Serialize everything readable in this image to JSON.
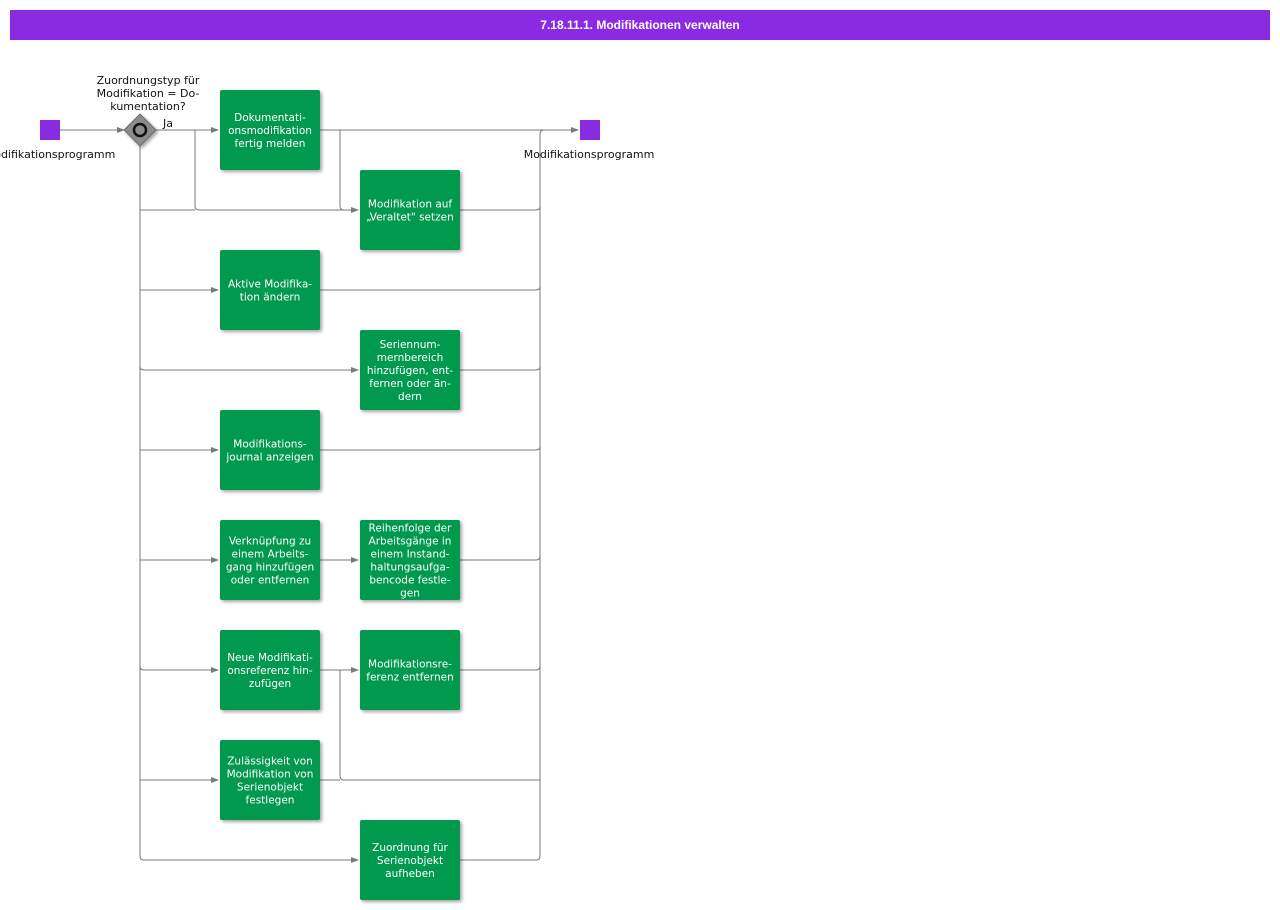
{
  "header": {
    "title": "7.18.11.1. Modifikationen verwalten"
  },
  "start_event": {
    "label": "Modifikationsprogramm"
  },
  "end_event": {
    "label": "Modifikationsprogramm"
  },
  "gateway": {
    "question_lines": [
      "Zuordnungstyp für",
      "Modifikation = Do-",
      "kumentation?"
    ],
    "yes_label": "Ja"
  },
  "tasks": [
    {
      "lines": [
        "Dokumentati-",
        "onsmodifikation",
        "fertig melden"
      ]
    },
    {
      "lines": [
        "Modifikation auf",
        "„Veraltet\" setzen"
      ]
    },
    {
      "lines": [
        "Aktive Modifika-",
        "tion ändern"
      ]
    },
    {
      "lines": [
        "Seriennum-",
        "mernbereich",
        "hinzufügen, ent-",
        "fernen oder än-",
        "dern"
      ]
    },
    {
      "lines": [
        "Modifikations-",
        "journal anzeigen"
      ]
    },
    {
      "lines": [
        "Verknüpfung zu",
        "einem Arbeits-",
        "gang hinzufügen",
        "oder entfernen"
      ]
    },
    {
      "lines": [
        "Reihenfolge der",
        "Arbeitsgänge in",
        "einem Instand-",
        "haltungsaufga-",
        "bencode festle-",
        "gen"
      ]
    },
    {
      "lines": [
        "Neue Modifikati-",
        "onsreferenz hin-",
        "zufügen"
      ]
    },
    {
      "lines": [
        "Modifikationsre-",
        "ferenz entfernen"
      ]
    },
    {
      "lines": [
        "Zulässigkeit von",
        "Modifikation von",
        "Serienobjekt",
        "festlegen"
      ]
    },
    {
      "lines": [
        "Zuordnung für",
        "Serienobjekt",
        "aufheben"
      ]
    }
  ],
  "colors": {
    "header": "#8a2be2",
    "task": "#00994d",
    "event": "#8a2be2",
    "gateway": "#8c8c8c",
    "edge": "#7a7a7a"
  }
}
